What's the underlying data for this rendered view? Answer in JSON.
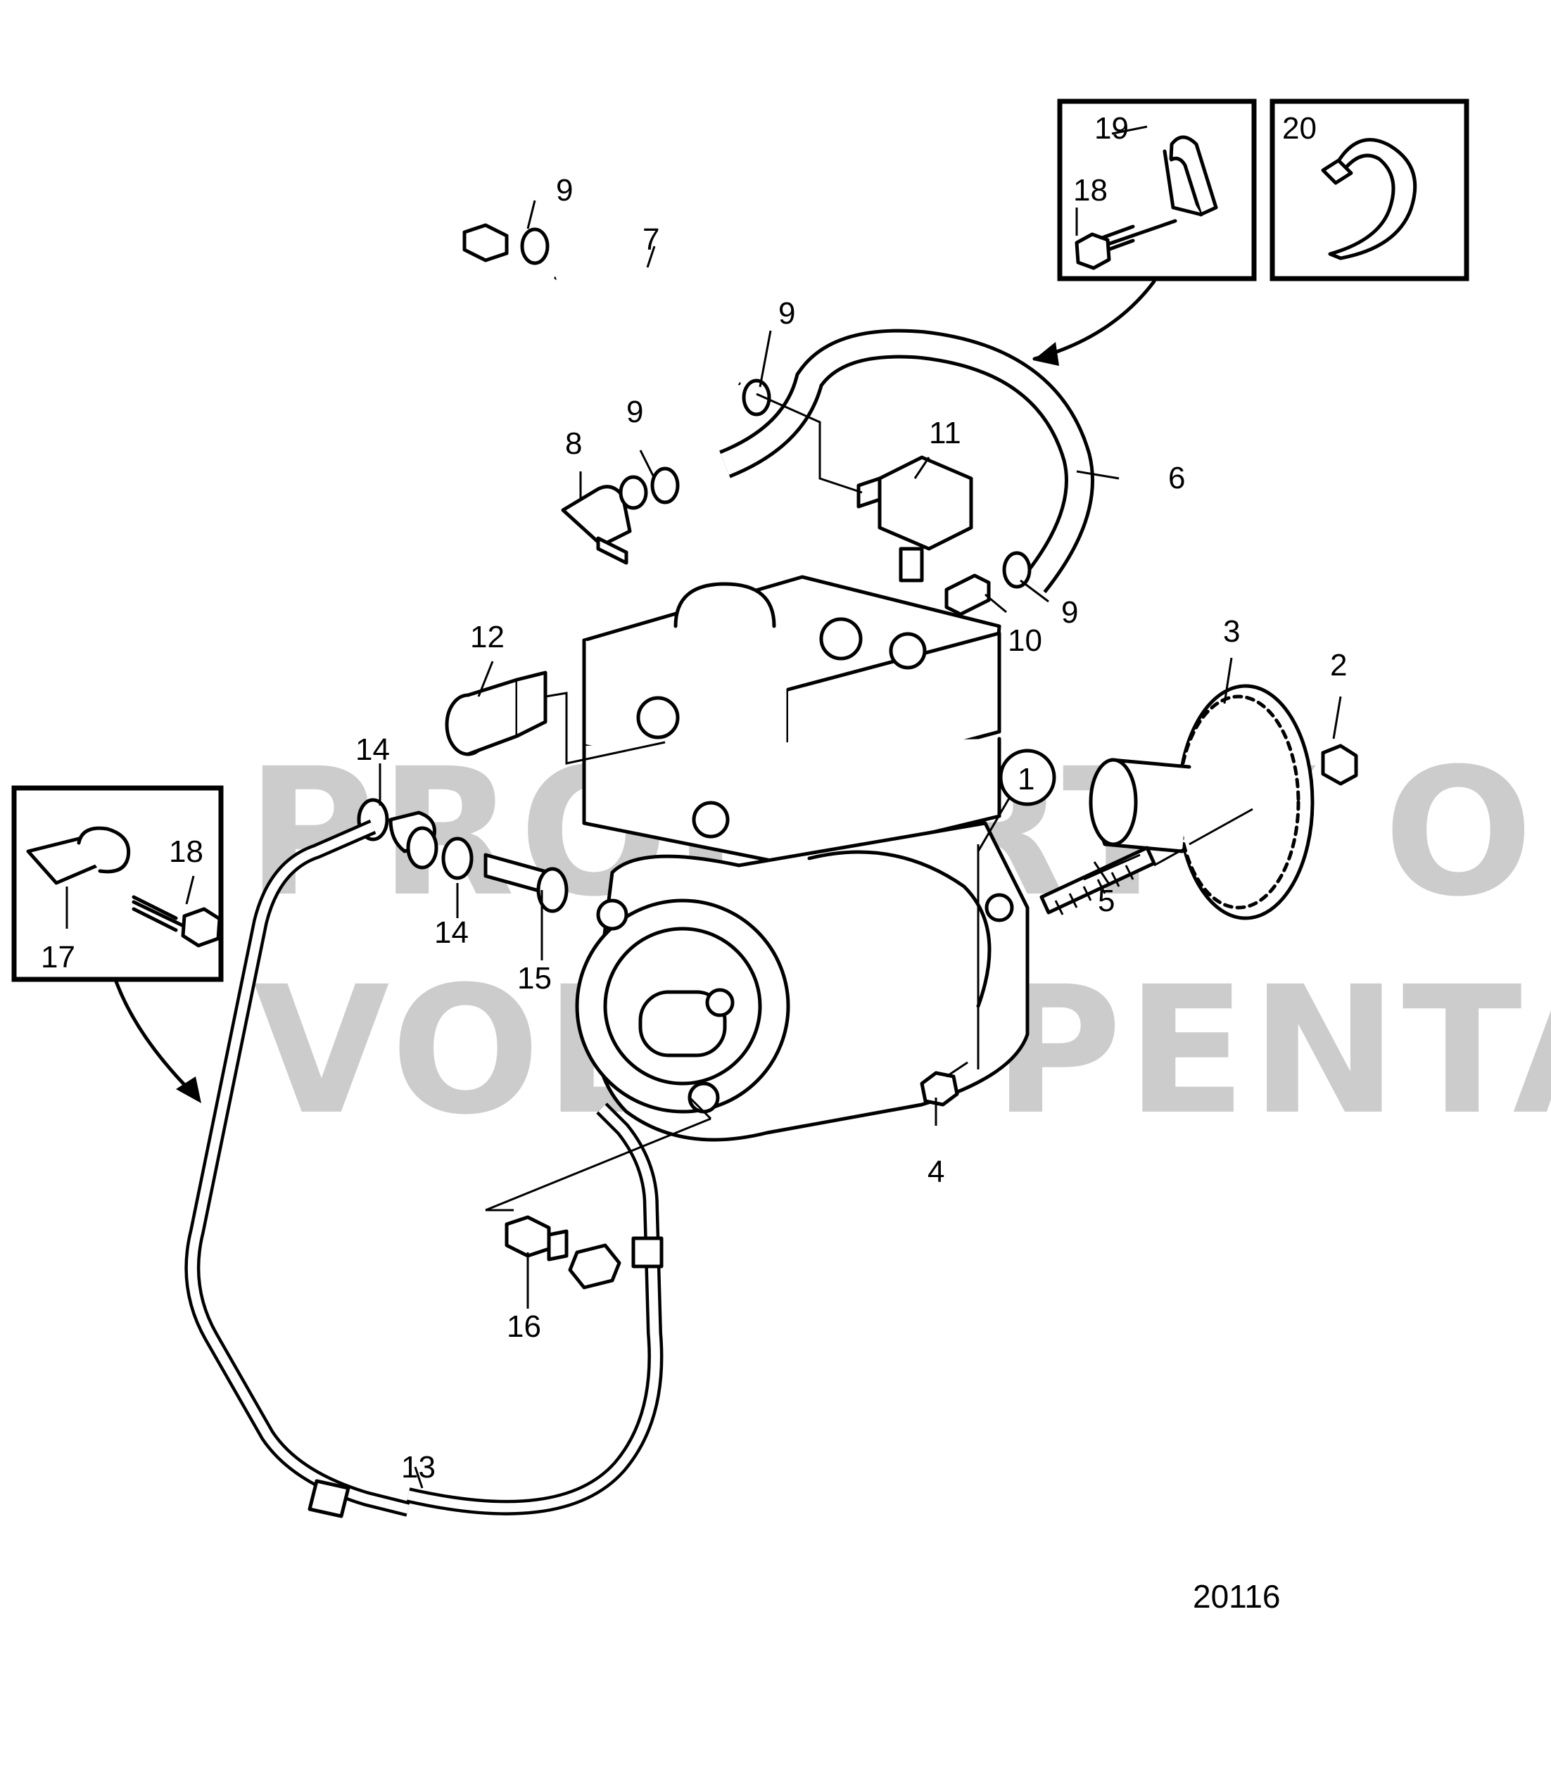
{
  "watermark": {
    "line1": "PROPERTY OF",
    "line2": "VOLVO PENTA"
  },
  "drawing_number": "20116",
  "callouts": {
    "c1": "1",
    "c2": "2",
    "c3": "3",
    "c4": "4",
    "c5": "5",
    "c6": "6",
    "c7": "7",
    "c8": "8",
    "c9a": "9",
    "c9b": "9",
    "c9c": "9",
    "c9d": "9",
    "c10": "10",
    "c11": "11",
    "c12": "12",
    "c13": "13",
    "c14a": "14",
    "c14b": "14",
    "c15": "15",
    "c16": "16",
    "c17": "17",
    "c18a": "18",
    "c18b": "18",
    "c19": "19",
    "c20": "20"
  }
}
